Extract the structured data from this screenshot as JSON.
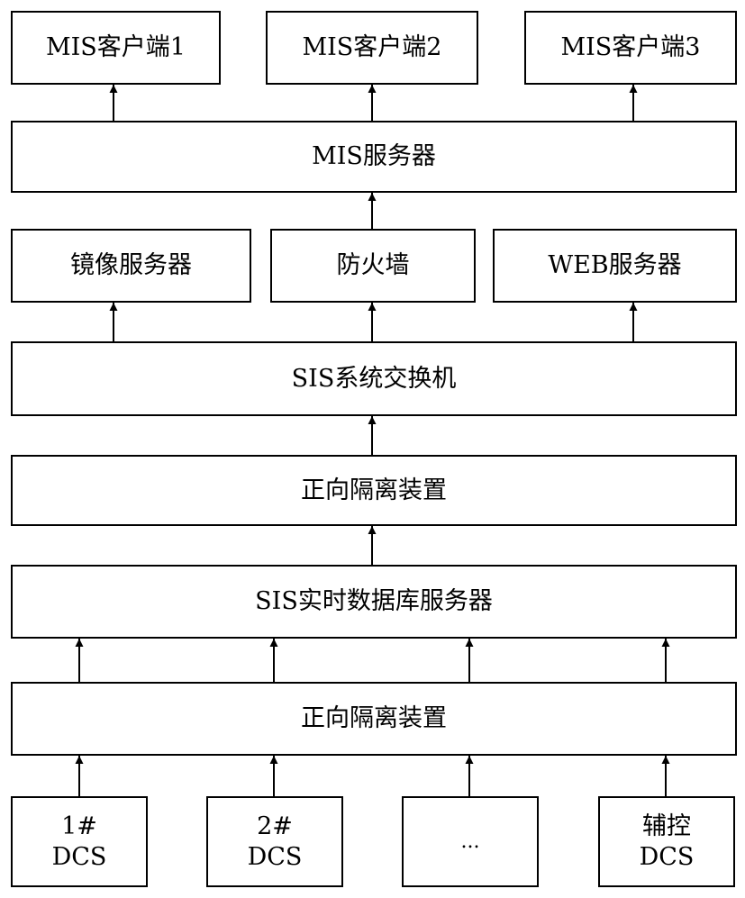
{
  "clients": [
    "MIS客户端1",
    "MIS客户端2",
    "MIS客户端3"
  ],
  "mis_server": "MIS服务器",
  "middle_row": [
    "镜像服务器",
    "防火墙",
    "WEB服务器"
  ],
  "sis_switch": "SIS系统交换机",
  "forward_isolation_upper": "正向隔离装置",
  "sis_rtdb_server": "SIS实时数据库服务器",
  "forward_isolation_lower": "正向隔离装置",
  "sources": [
    {
      "line1": "1#",
      "line2": "DCS"
    },
    {
      "line1": "2#",
      "line2": "DCS"
    },
    {
      "line1": "...",
      "line2": ""
    },
    {
      "line1": "辅控",
      "line2": "DCS"
    }
  ]
}
